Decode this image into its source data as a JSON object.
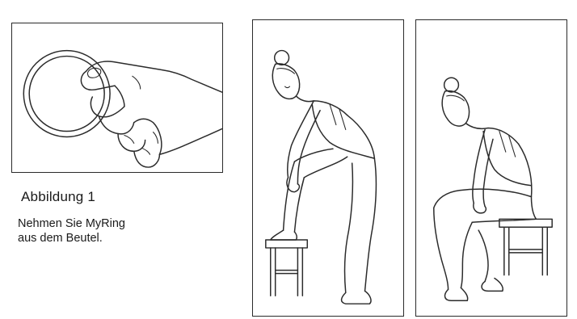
{
  "figure": {
    "title": "Abbildung 1",
    "caption_lines": [
      "Nehmen Sie MyRing",
      "aus dem Beutel."
    ]
  },
  "illustrations": [
    {
      "name": "hand-holding-ring",
      "icon": "ring-in-hand-icon"
    },
    {
      "name": "standing-foot-on-stool",
      "icon": "woman-standing-icon"
    },
    {
      "name": "sitting-on-stool",
      "icon": "woman-sitting-icon"
    }
  ]
}
